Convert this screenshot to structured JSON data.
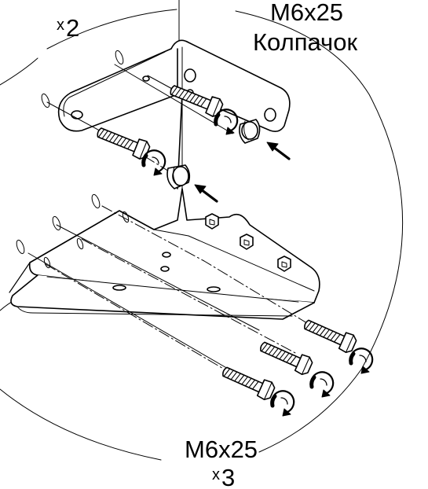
{
  "labels": {
    "top_quantity": {
      "prefix": "x",
      "value": "2"
    },
    "top_bolt": "M6x25",
    "top_cap": "Колпачок",
    "bottom_bolt": "M6x25",
    "bottom_quantity": {
      "prefix": "x",
      "value": "3"
    }
  },
  "colors": {
    "ink": "#000000",
    "paper": "#ffffff"
  },
  "icons": [
    "bolt-icon",
    "cap-icon",
    "rotation-arrow-icon",
    "insert-arrow-icon",
    "bracket-icon"
  ]
}
